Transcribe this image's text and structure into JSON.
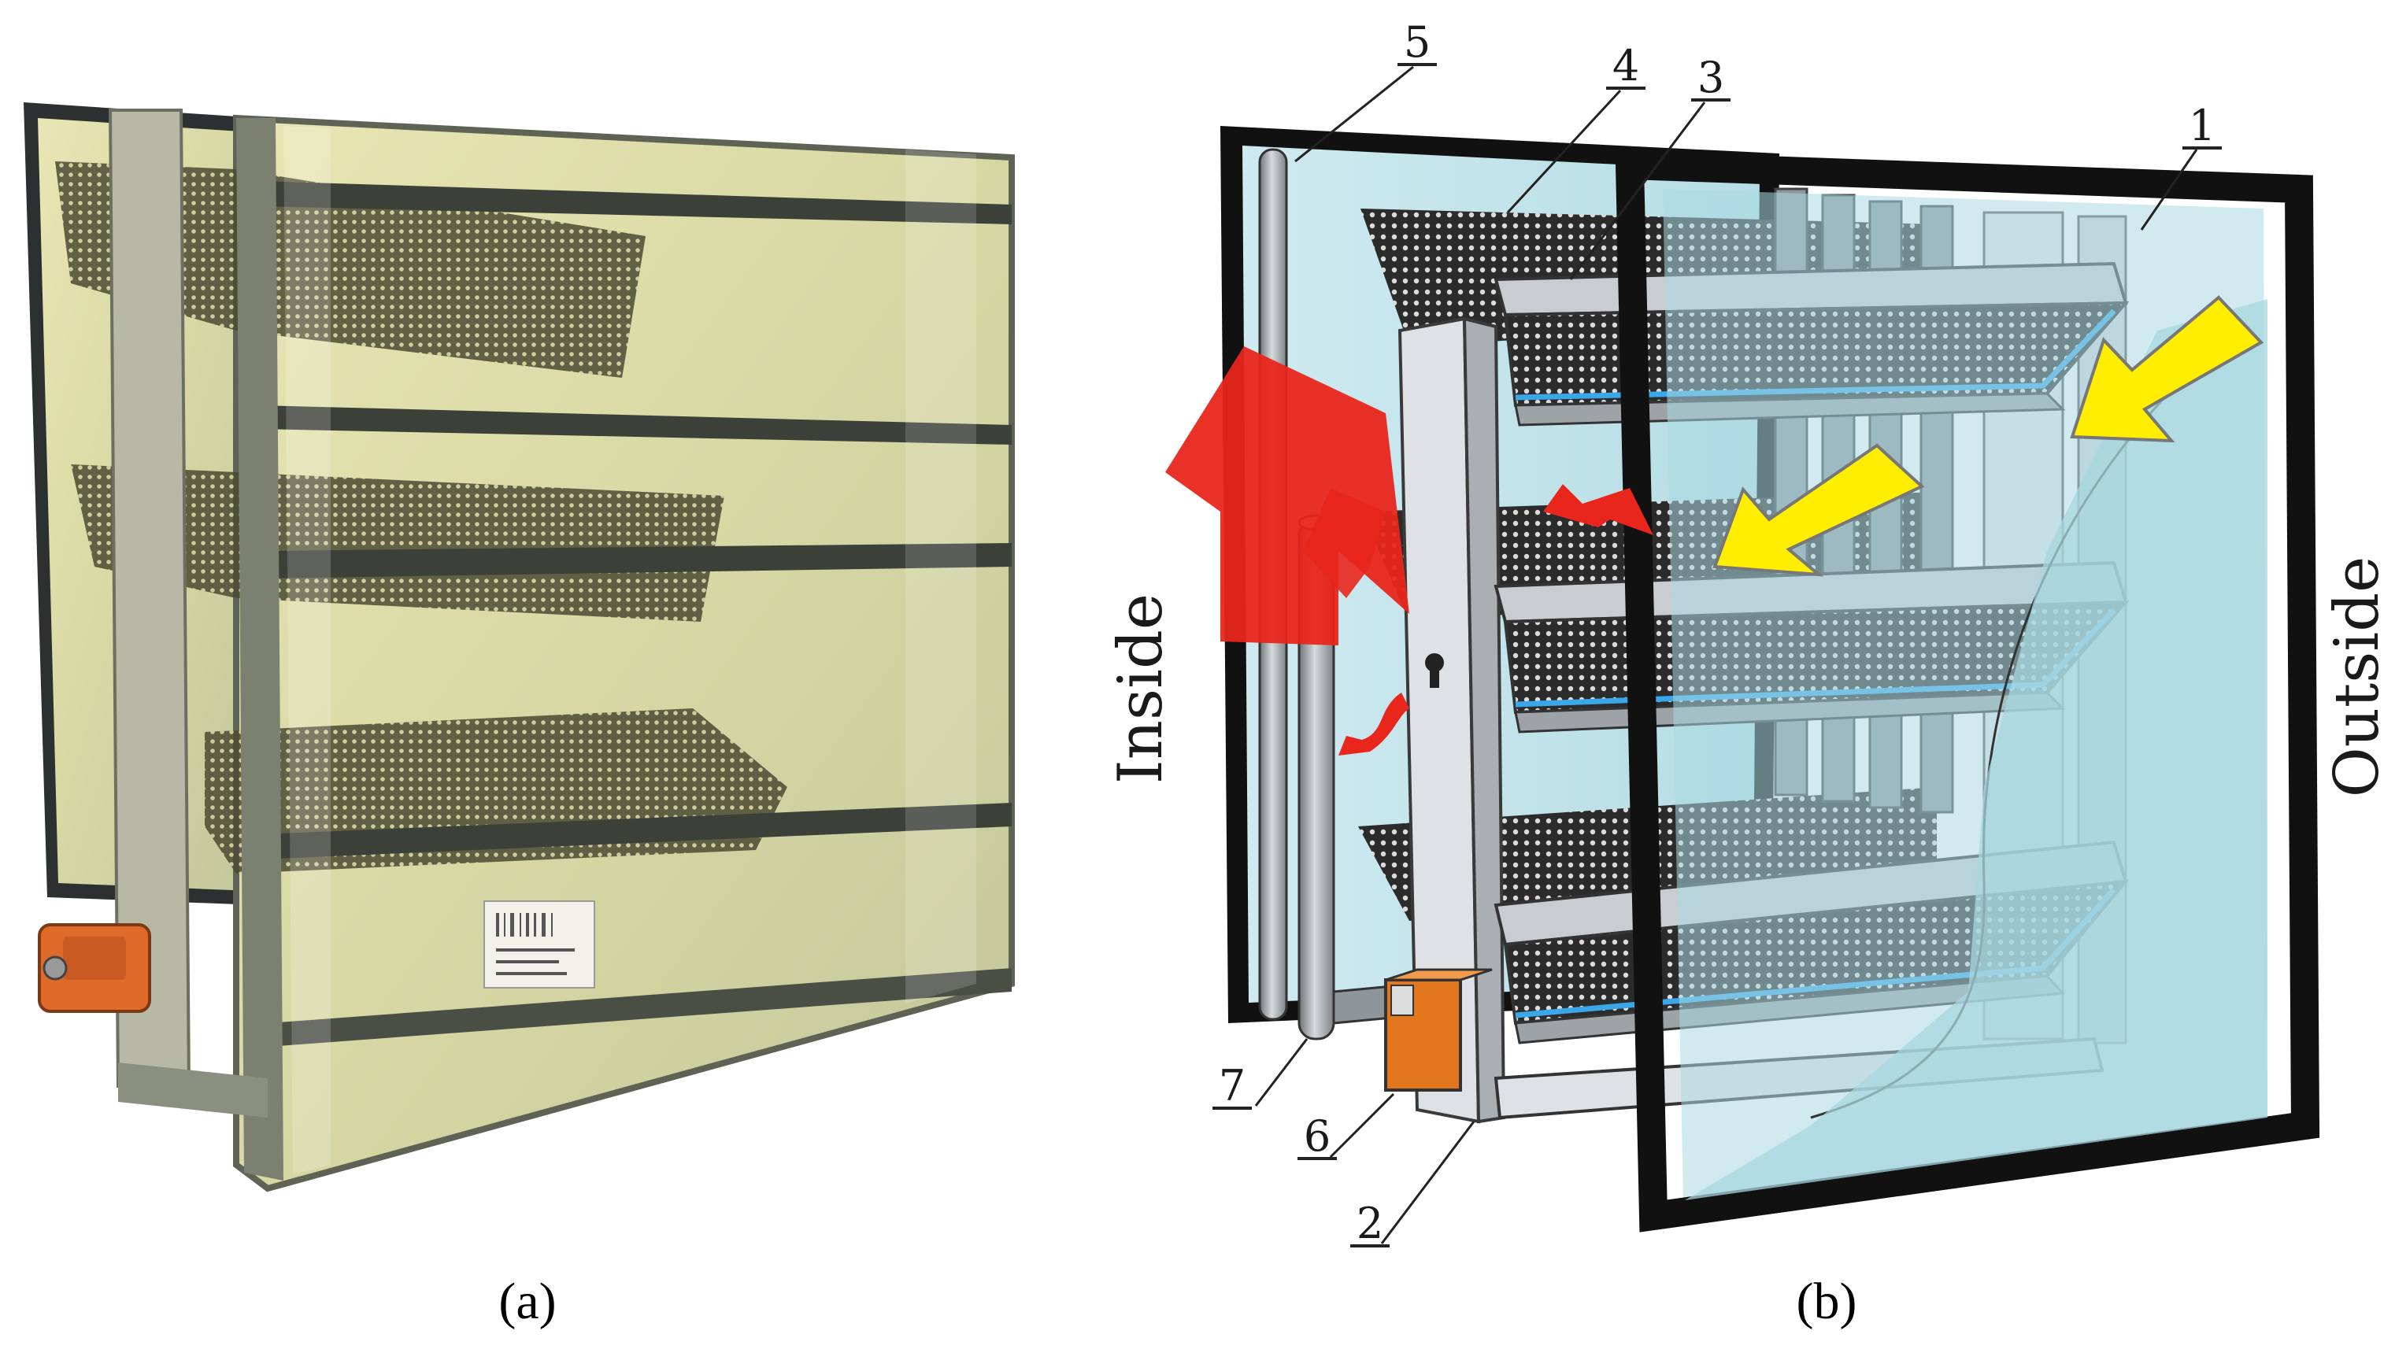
{
  "panels": [
    {
      "id": "a",
      "caption": "(a)"
    },
    {
      "id": "b",
      "caption": "(b)"
    }
  ],
  "diagram": {
    "side_labels": {
      "inside": "Inside",
      "outside": "Outside"
    },
    "callouts": [
      "1",
      "2",
      "3",
      "4",
      "5",
      "6",
      "7"
    ]
  },
  "colors": {
    "frame": "#111111",
    "glass": "#bfe3ea",
    "louver": "#c9cdd1",
    "mesh": "#2e2e2e",
    "blue_edge": "#3aa8e8",
    "inflow_arrow": "#ffee00",
    "outflow_arrow": "#e8261c",
    "actuator": "#e2761c",
    "photo_tint": "#d9dca0"
  }
}
